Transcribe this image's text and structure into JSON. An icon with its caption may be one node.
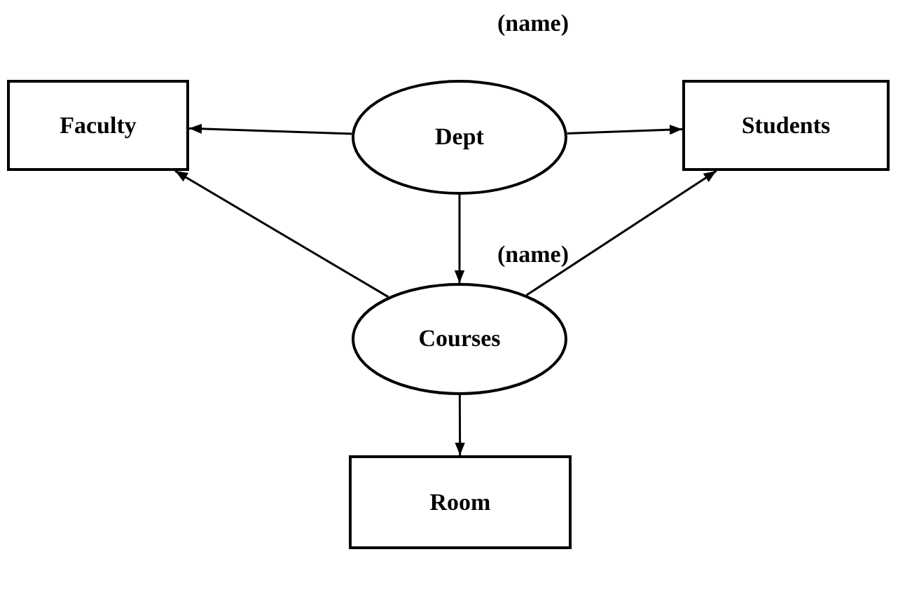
{
  "diagram": {
    "nodes": [
      {
        "text": [
          "Faculty"
        ]
      },
      {
        "text": [
          "Dept"
        ],
        "beside": [
          "(name)"
        ]
      },
      {
        "text": [
          "Students"
        ]
      },
      {
        "text": [
          "Courses"
        ],
        "beside": [
          "(name)"
        ]
      },
      {
        "text": [
          "Room"
        ]
      }
    ],
    "edges": [
      {
        "from": 1,
        "to": 0,
        "arrow": "to"
      },
      {
        "from": 1,
        "to": 2,
        "arrow": "to"
      },
      {
        "from": 1,
        "to": 3,
        "arrow": "to"
      },
      {
        "from": 3,
        "to": 0,
        "arrow": "to"
      },
      {
        "from": 3,
        "to": 2,
        "arrow": "to"
      },
      {
        "from": 3,
        "to": 4,
        "arrow": "to"
      }
    ]
  }
}
